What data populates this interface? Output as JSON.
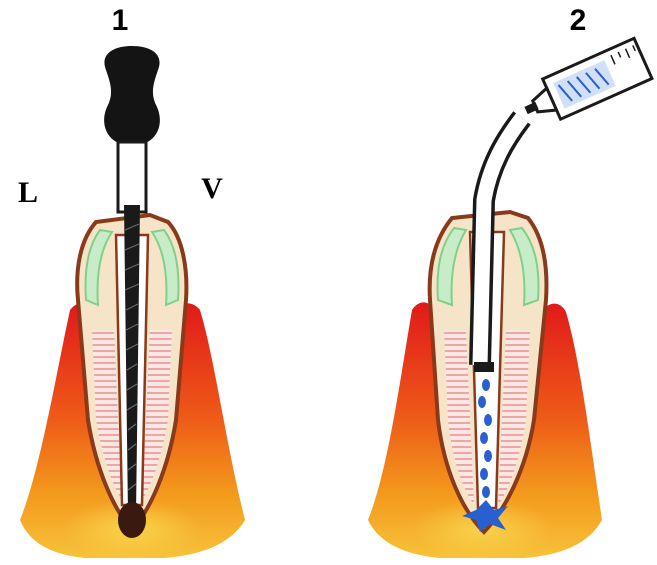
{
  "panels": [
    {
      "number": "1",
      "side_left": "L",
      "side_right": "V"
    },
    {
      "number": "2"
    }
  ],
  "colors": {
    "gum_red": "#e01a1a",
    "gum_orange": "#f08a14",
    "bone_yellow": "#f4c030",
    "root_outline": "#8a3a1a",
    "enamel_green": "#7fd08a",
    "instrument_black": "#1a1a1a",
    "irrigant_blue": "#2a5fd0",
    "root_stripe": "#f3b8b8"
  },
  "icons": [
    "endodontic-file-icon",
    "irrigation-syringe-icon"
  ]
}
